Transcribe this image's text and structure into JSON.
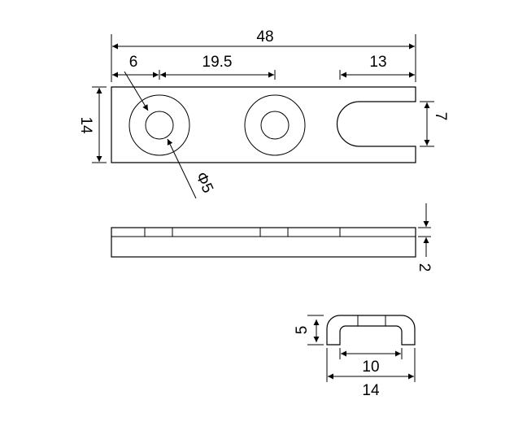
{
  "drawing": {
    "top_view": {
      "overall_length": "48",
      "edge_to_first_hole": "6",
      "hole_pitch": "19.5",
      "slot_depth": "13",
      "width": "14",
      "slot_width": "7",
      "hole_diameter": "Φ5"
    },
    "side_view": {
      "thickness": "2"
    },
    "end_view": {
      "height": "5",
      "inner_width": "10",
      "outer_width": "14"
    }
  }
}
